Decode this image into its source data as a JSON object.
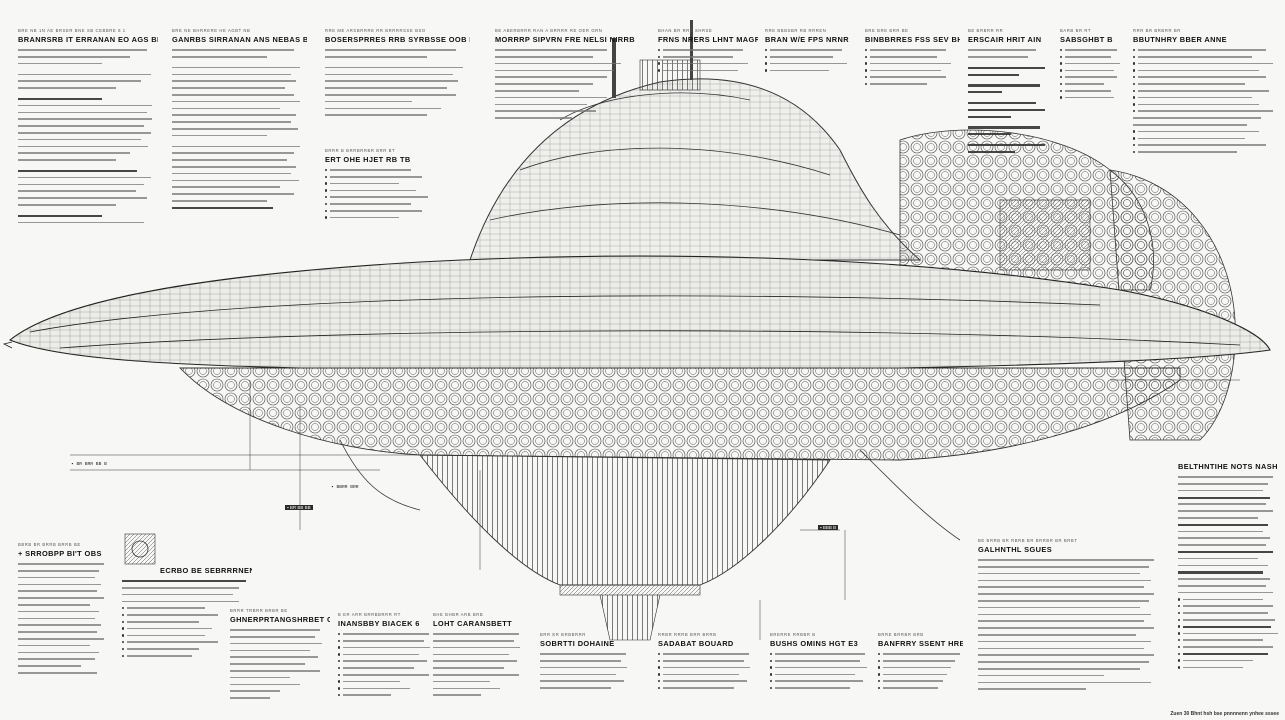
{
  "blocks": [
    {
      "id": "b1",
      "kicker": "BRE NB 1N AE BRSER BNE SB CEBBRE 8 1",
      "title": "BRANRSRB IT ERRANAN EO AGS BNRE HOT"
    },
    {
      "id": "b2",
      "kicker": "BRE NE BHRRERE HE AGBT NB",
      "title": "GANRBS SIRRANAN ANS NEBAS BRETB"
    },
    {
      "id": "b3",
      "kicker": "RRE ME ARSBRRRE RR BRRRRSSE BSO",
      "title": "BOSERSPRRES RRB SYRBSSE OOB ENTINE"
    },
    {
      "id": "b4",
      "kicker": "BE ABERBRRR RAN A BRRRR RE OER GRN",
      "title": "MORRRP SIPVRN FRE NELSI NIRRB RETLN BE"
    },
    {
      "id": "b5",
      "kicker": "BHAN BR RRB SHRSE",
      "title": "FRNS NRERS LHNT MAGRE"
    },
    {
      "id": "b6",
      "kicker": "RRE BBBSBR RB RRREN",
      "title": "BRAN W/E FPS NRNR"
    },
    {
      "id": "b7",
      "kicker": "BRE BRE BRR BE",
      "title": "BINBBRRES FSS SEV BHIR ?"
    },
    {
      "id": "b8",
      "kicker": "BE BRBRR RR",
      "title": "ERSCAIR HRIT AIN"
    },
    {
      "id": "b9",
      "kicker": "BARB BR RT",
      "title": "SABSGHBT B"
    },
    {
      "id": "b10",
      "kicker": "RRR BR BRBRR BR",
      "title": "BBUTNHRY BBER ANNE"
    },
    {
      "id": "b11",
      "kicker": "",
      "title": "ERT OHE HJET RB TB"
    },
    {
      "id": "b12",
      "kicker": "BBRB BR BRRB BRRB BE",
      "title": "+ SRROBPP BI'T OBS"
    },
    {
      "id": "b13",
      "kicker": "",
      "title": "ECRBO BE SEBRRRNENT BE BURLEO"
    },
    {
      "id": "b14",
      "kicker": "BRRR TRBRR BRBR BE",
      "title": "GHNERPRTANGSHRBET CORE"
    },
    {
      "id": "b15",
      "kicker": "B ER ARR BRRBBRRR RT",
      "title": "INANSBBY BIACEK 6"
    },
    {
      "id": "b16",
      "kicker": "BHE BHBR ARB BRB",
      "title": "LOHT CARANSBETT"
    },
    {
      "id": "b17",
      "kicker": "BRR ER BRBBRRR",
      "title": "SOBRTTI DOHAINE"
    },
    {
      "id": "b18",
      "kicker": "RRBR RRRB BRR BRRB",
      "title": "SADABAT BOUARD"
    },
    {
      "id": "b19",
      "kicker": "BRERRE RRBBR B",
      "title": "BUSHS OMINS HGT E3"
    },
    {
      "id": "b20",
      "kicker": "BRRE BRRBR BRB",
      "title": "BANFRRY SSENT HRBIT"
    },
    {
      "id": "b21",
      "kicker": "",
      "title": "GALHNTHL SGUES"
    },
    {
      "id": "b22",
      "kicker": "",
      "title": "BELTHNTIHE NOTS NASHS"
    }
  ],
  "callouts": [
    {
      "id": "c1",
      "text": "▪ BR BRR BB B"
    },
    {
      "id": "c2",
      "text": "▪ BBRR BRR"
    },
    {
      "id": "c3",
      "text": "▪ BR BB BB"
    },
    {
      "id": "c4",
      "text": "▪ BBB B"
    }
  ],
  "footer": "Zuen 30 Bhnt hsh bse pnnnnenn ynhee sssee"
}
